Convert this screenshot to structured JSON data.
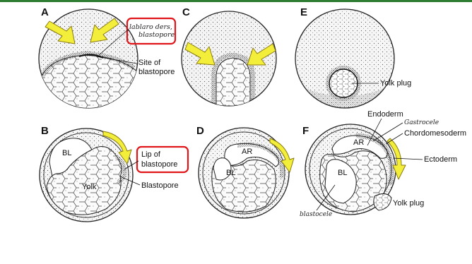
{
  "frame": {
    "top_bar_color": "#2e7d32"
  },
  "colors": {
    "arrow_fill": "#f2ee3a",
    "arrow_stroke": "#8a7a10",
    "highlight_box": "#e0161b",
    "ink": "#111111"
  },
  "panels": {
    "A": {
      "letter": "A",
      "labels": {
        "handwritten": [
          "lablaro ders,",
          "blastopore"
        ],
        "site": [
          "Site of",
          "blastopore"
        ]
      }
    },
    "B": {
      "letter": "B",
      "labels": {
        "bl": "BL",
        "lip": [
          "Lip of",
          "blastopore"
        ],
        "yolk": "Yolk",
        "blastopore": "Blastopore"
      }
    },
    "C": {
      "letter": "C"
    },
    "D": {
      "letter": "D",
      "labels": {
        "ar": "AR",
        "bl": "BL"
      }
    },
    "E": {
      "letter": "E",
      "labels": {
        "yolk_plug": "Yolk plug"
      }
    },
    "F": {
      "letter": "F",
      "labels": {
        "endoderm": "Endoderm",
        "gastrocele": "Gastrocele",
        "chordomesoderm": "Chordomesoderm",
        "ectoderm": "Ectoderm",
        "ar": "AR",
        "bl": "BL",
        "yolk_plug": "Yolk plug",
        "blastocele": "blastocele"
      }
    }
  }
}
